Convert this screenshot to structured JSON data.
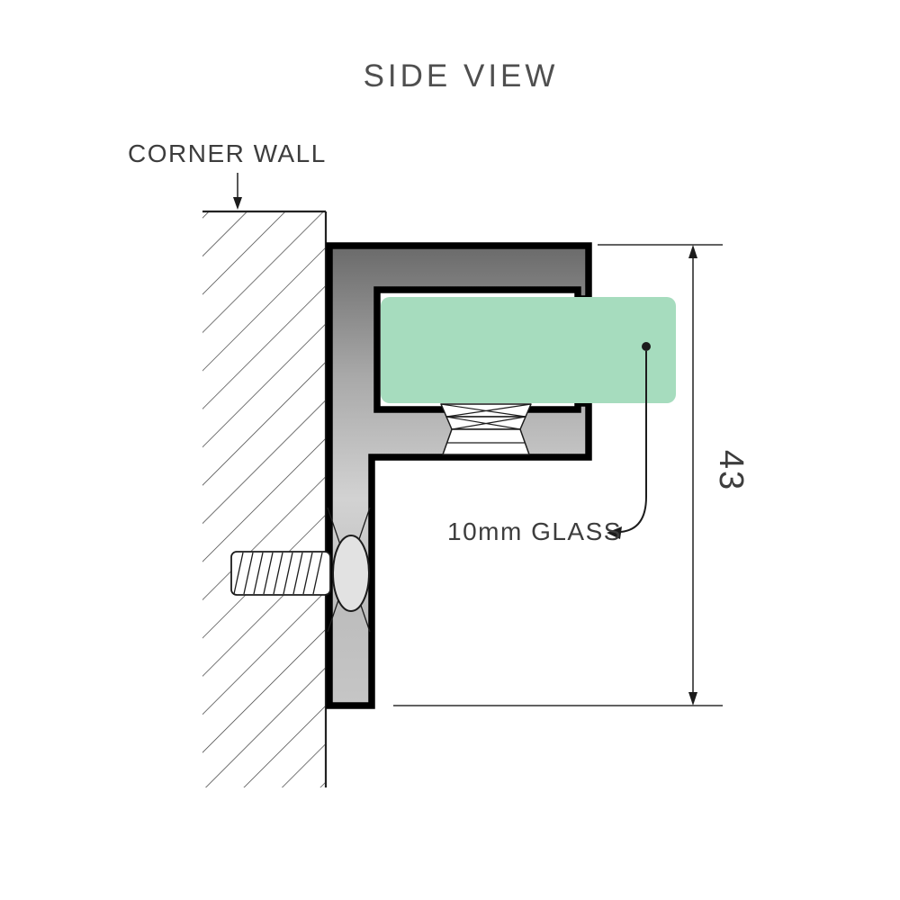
{
  "title": "SIDE VIEW",
  "labels": {
    "corner_wall": "CORNER WALL",
    "glass": "10mm GLASS",
    "dimension": "43"
  },
  "colors": {
    "glass-fill": "#a6dcbe",
    "outline": "#000000",
    "line": "#2e2e2e",
    "text": "#3d3d3d",
    "title-text": "#4f4f4f",
    "metal-dark": "#6a6a6a",
    "metal-light": "#d2d2d2"
  }
}
